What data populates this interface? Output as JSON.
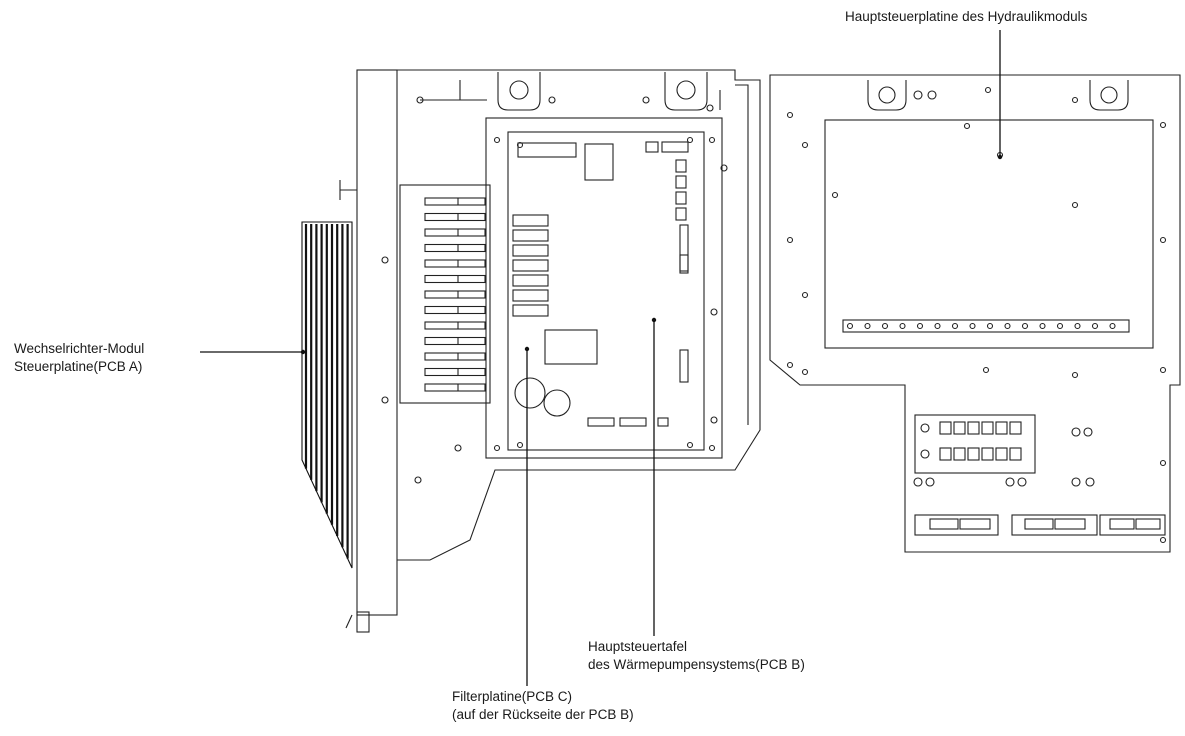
{
  "labels": {
    "hydraulic_board": "Hauptsteuerplatine des Hydraulikmoduls",
    "inverter_line1": "Wechselrichter-Modul",
    "inverter_line2": "Steuerplatine(PCB A)",
    "heatpump_line1": "Hauptsteuertafel",
    "heatpump_line2": "des Wärmepumpensystems(PCB B)",
    "filter_line1": "Filterplatine(PCB C)",
    "filter_line2": "(auf der Rückseite der PCB B)"
  },
  "colors": {
    "stroke": "#222222",
    "background": "#ffffff"
  }
}
